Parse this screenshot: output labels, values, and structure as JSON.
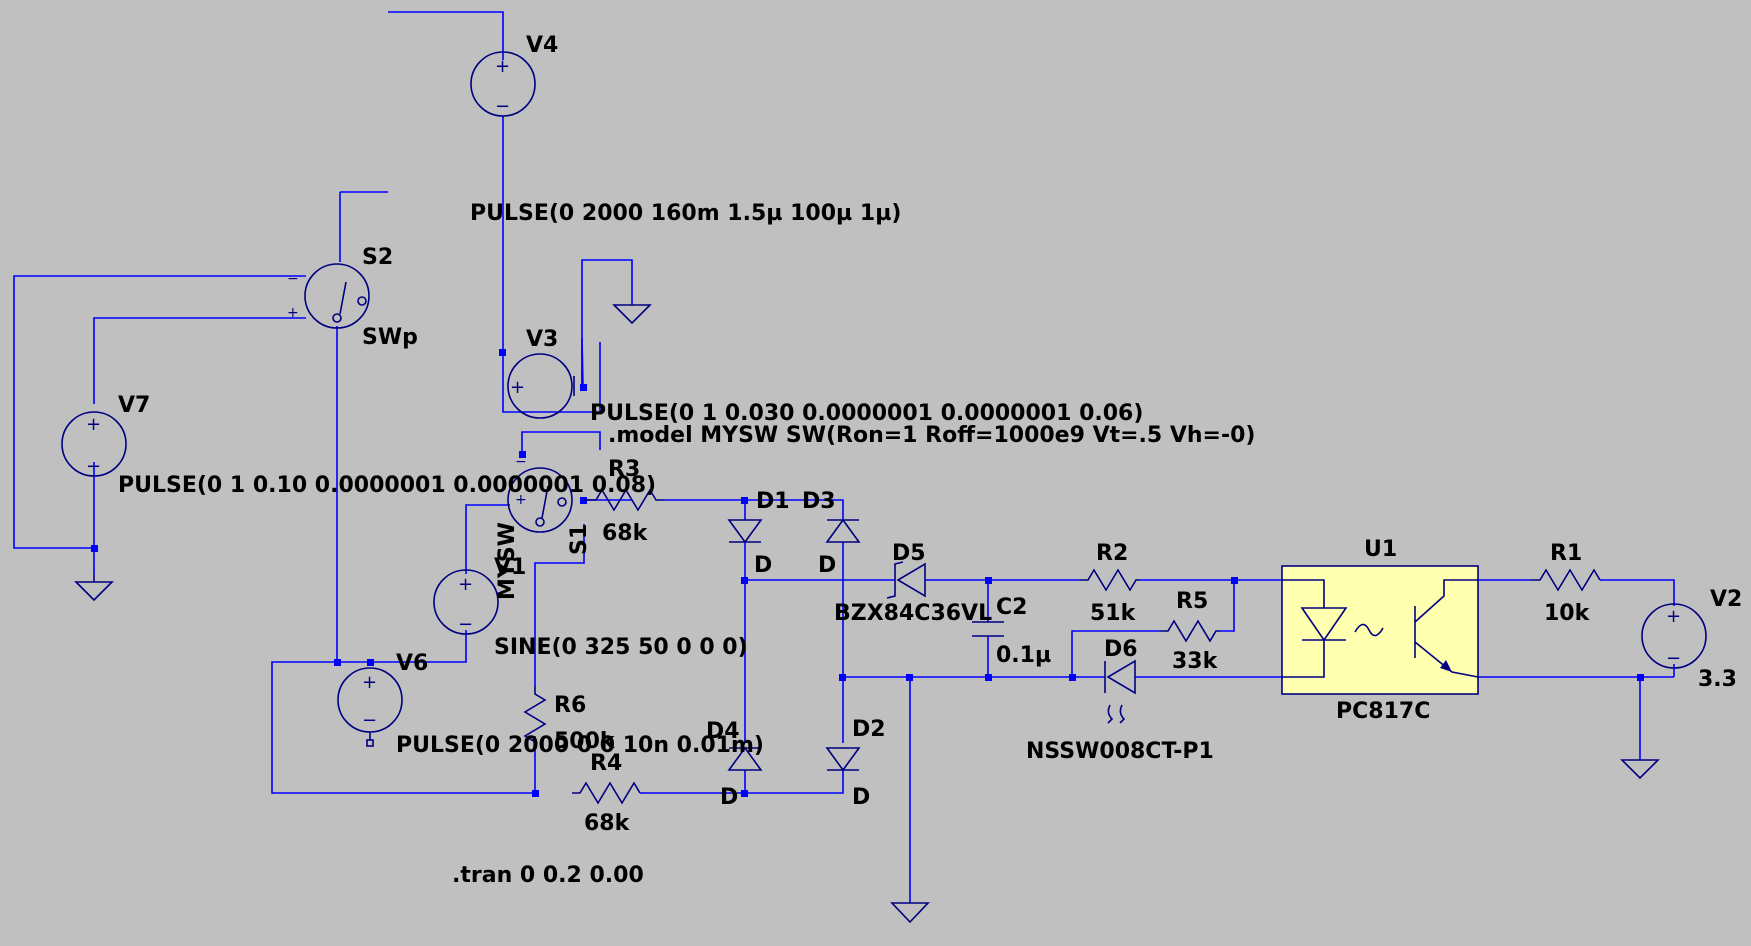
{
  "colors": {
    "background": "#c0c0c0",
    "wire": "#0000ff",
    "symbol": "#000080",
    "text": "#000000",
    "optocoupler_fill": "#ffffb0"
  },
  "components": {
    "V4": {
      "ref": "V4",
      "value": "PULSE(0 2000 160m 1.5µ 100µ 1µ)"
    },
    "V3": {
      "ref": "V3",
      "value": "PULSE(0 1 0.030 0.0000001 0.0000001 0.06)"
    },
    "V7": {
      "ref": "V7",
      "value": "PULSE(0 1 0.10 0.0000001 0.0000001 0.08)"
    },
    "V1": {
      "ref": "V1",
      "value": "SINE(0 325 50 0 0 0)"
    },
    "V6": {
      "ref": "V6",
      "value": "PULSE(0 2000 0 0 10n 0.01m)"
    },
    "V2": {
      "ref": "V2",
      "value": "3.3"
    },
    "S2": {
      "ref": "S2",
      "value": "SWp"
    },
    "S1": {
      "ref": "S1",
      "value": "MYSW"
    },
    "R3": {
      "ref": "R3",
      "value": "68k"
    },
    "R6": {
      "ref": "R6",
      "value": "500k"
    },
    "R4": {
      "ref": "R4",
      "value": "68k"
    },
    "R2": {
      "ref": "R2",
      "value": "51k"
    },
    "R5": {
      "ref": "R5",
      "value": "33k"
    },
    "R1": {
      "ref": "R1",
      "value": "10k"
    },
    "C2": {
      "ref": "C2",
      "value": "0.1µ"
    },
    "D1": {
      "ref": "D1",
      "value": "D"
    },
    "D3": {
      "ref": "D3",
      "value": "D"
    },
    "D4": {
      "ref": "D4",
      "value": "D"
    },
    "D2": {
      "ref": "D2",
      "value": "D"
    },
    "D5": {
      "ref": "D5",
      "value": "BZX84C36VL"
    },
    "D6": {
      "ref": "D6",
      "value": "NSSW008CT-P1"
    },
    "U1": {
      "ref": "U1",
      "value": "PC817C"
    }
  },
  "directives": {
    "model": ".model MYSW SW(Ron=1 Roff=1000e9 Vt=.5 Vh=-0)",
    "tran": ".tran 0 0.2 0.00"
  },
  "pin_marks": {
    "plus": "+",
    "minus": "−"
  }
}
